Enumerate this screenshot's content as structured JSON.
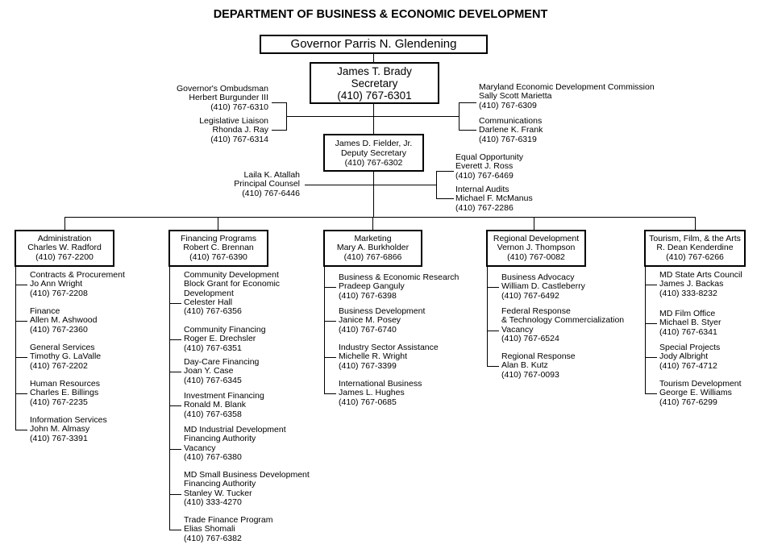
{
  "title": "DEPARTMENT OF BUSINESS & ECONOMIC DEVELOPMENT",
  "governor": {
    "lines": [
      "Governor Parris N. Glendening"
    ]
  },
  "secretary": {
    "lines": [
      "James T. Brady",
      "Secretary",
      "(410) 767-6301"
    ]
  },
  "secretary_staff_left": [
    {
      "lines": [
        "Governor's Ombudsman",
        "Herbert Burgunder III",
        "(410) 767-6310"
      ]
    },
    {
      "lines": [
        "Legislative Liaison",
        "Rhonda J. Ray",
        "(410) 767-6314"
      ]
    }
  ],
  "secretary_staff_right": [
    {
      "lines": [
        "Maryland Economic Development Commission",
        "Sally Scott Marietta",
        "(410) 767-6309"
      ]
    },
    {
      "lines": [
        "Communications",
        "Darlene K. Frank",
        "(410) 767-6319"
      ]
    }
  ],
  "deputy": {
    "lines": [
      "James D. Fielder, Jr.",
      "Deputy Secretary",
      "(410) 767-6302"
    ]
  },
  "deputy_staff_left": [
    {
      "lines": [
        "Laila K. Atallah",
        "Principal Counsel",
        "(410) 767-6446"
      ]
    }
  ],
  "deputy_staff_right": [
    {
      "lines": [
        "Equal Opportunity",
        "Everett J. Ross",
        "(410) 767-6469"
      ]
    },
    {
      "lines": [
        "Internal Audits",
        "Michael F. McManus",
        "(410) 767-2286"
      ]
    }
  ],
  "divisions": [
    {
      "lines": [
        "Administration",
        "Charles W. Radford",
        "(410) 767-2200"
      ],
      "units": [
        {
          "lines": [
            "Contracts & Procurement",
            "Jo Ann Wright",
            "(410) 767-2208"
          ]
        },
        {
          "lines": [
            "Finance",
            "Allen M. Ashwood",
            "(410) 767-2360"
          ]
        },
        {
          "lines": [
            "General Services",
            "Timothy G.  LaValle",
            "(410) 767-2202"
          ]
        },
        {
          "lines": [
            "Human Resources",
            "Charles E. Billings",
            "(410) 767-2235"
          ]
        },
        {
          "lines": [
            "Information Services",
            "John M. Almasy",
            "(410) 767-3391"
          ]
        }
      ]
    },
    {
      "lines": [
        "Financing Programs",
        "Robert C. Brennan",
        "(410) 767-6390"
      ],
      "units": [
        {
          "lines": [
            "Community  Development",
            "Block Grant for Economic",
            "Development",
            "Celester Hall",
            "(410) 767-6356"
          ]
        },
        {
          "lines": [
            "Community Financing",
            "Roger E. Drechsler",
            "(410) 767-6351"
          ]
        },
        {
          "lines": [
            "Day-Care Financing",
            "Joan Y. Case",
            "(410) 767-6345"
          ]
        },
        {
          "lines": [
            "Investment Financing",
            "Ronald M. Blank",
            "(410) 767-6358"
          ]
        },
        {
          "lines": [
            "MD Industrial Development",
            "Financing Authority",
            "Vacancy",
            "(410) 767-6380"
          ]
        },
        {
          "lines": [
            "MD Small Business Development",
            "Financing Authority",
            "Stanley W. Tucker",
            "(410) 333-4270"
          ]
        },
        {
          "lines": [
            "Trade Finance Program",
            "Elias Shomali",
            "(410) 767-6382"
          ]
        }
      ]
    },
    {
      "lines": [
        "Marketing",
        "Mary A. Burkholder",
        "(410) 767-6866"
      ],
      "units": [
        {
          "lines": [
            "Business & Economic Research",
            "Pradeep Ganguly",
            "(410) 767-6398"
          ]
        },
        {
          "lines": [
            "Business Development",
            "Janice M. Posey",
            "(410) 767-6740"
          ]
        },
        {
          "lines": [
            "Industry Sector Assistance",
            "Michelle R. Wright",
            "(410) 767-3399"
          ]
        },
        {
          "lines": [
            "International Business",
            "James L. Hughes",
            "(410) 767-0685"
          ]
        }
      ]
    },
    {
      "lines": [
        "Regional Development",
        "Vernon J. Thompson",
        "(410) 767-0082"
      ],
      "units": [
        {
          "lines": [
            "Business Advocacy",
            "William D. Castleberry",
            "(410) 767-6492"
          ]
        },
        {
          "lines": [
            "Federal Response",
            "& Technology Commercialization",
            "Vacancy",
            "(410) 767-6524"
          ]
        },
        {
          "lines": [
            "Regional Response",
            "Alan B. Kutz",
            "(410) 767-0093"
          ]
        }
      ]
    },
    {
      "lines": [
        "Tourism, Film, & the Arts",
        "R. Dean Kenderdine",
        "(410) 767-6266"
      ],
      "units": [
        {
          "lines": [
            "MD State Arts Council",
            "James J. Backas",
            "(410) 333-8232"
          ]
        },
        {
          "lines": [
            "MD Film Office",
            "Michael B. Styer",
            "(410) 767-6341"
          ]
        },
        {
          "lines": [
            "Special Projects",
            "Jody Albright",
            "(410) 767-4712"
          ]
        },
        {
          "lines": [
            "Tourism Development",
            "George E. Williams",
            "(410) 767-6299"
          ]
        }
      ]
    }
  ]
}
